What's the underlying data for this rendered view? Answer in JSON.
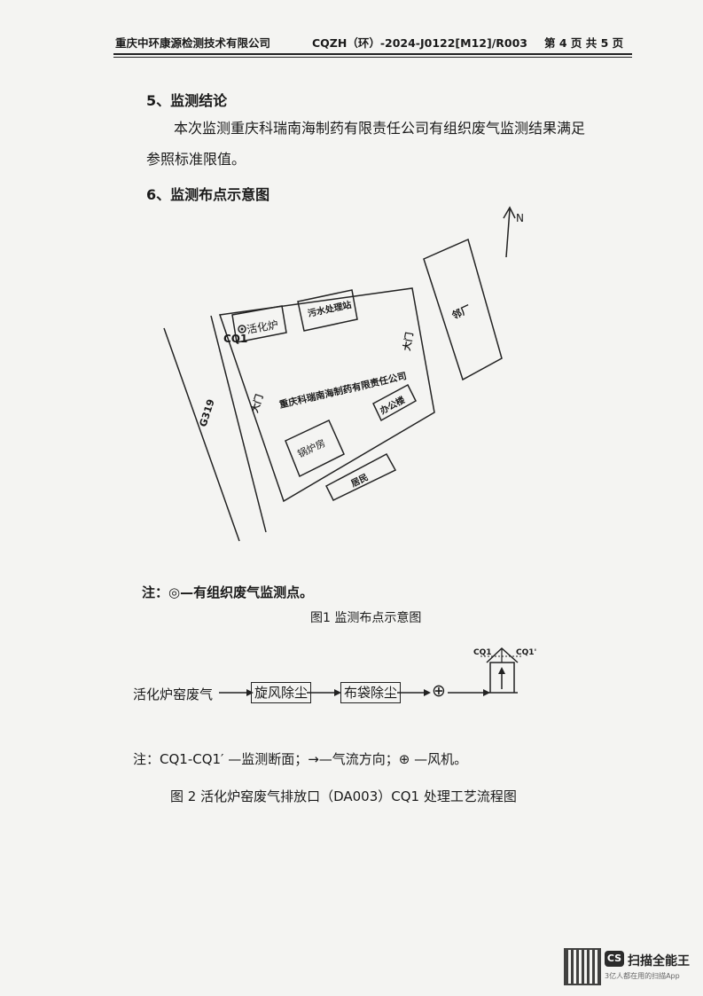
{
  "header": {
    "company": "重庆中环康源检测技术有限公司",
    "report_no": "CQZH（环）-2024-J0122[M12]/R003",
    "page": "第 4 页 共 5 页"
  },
  "section5": {
    "heading": "5、监测结论",
    "line1": "本次监测重庆科瑞南海制药有限责任公司有组织废气监测结果满足",
    "line2": "参照标准限值。"
  },
  "section6": {
    "heading": "6、监测布点示意图"
  },
  "map": {
    "north": "N",
    "road": "G319",
    "company": "重庆科瑞南海制药有限责任公司",
    "gate_left": "大门",
    "gate_right": "大门",
    "kiln": "活化炉",
    "sewage": "污水处理站",
    "office": "办公楼",
    "boiler": "锅炉房",
    "residents": "居民",
    "factory": "邻厂",
    "point": "CQ1"
  },
  "note1": "注：◎—有组织废气监测点。",
  "fig1": "图1  监测布点示意图",
  "flow": {
    "source": "活化炉窑废气",
    "step1": "旋风除尘",
    "step2": "布袋除尘",
    "fan": "⊕",
    "cq1": "CQ1",
    "cq1p": "CQ1'"
  },
  "note2": "注：CQ1-CQ1′ —监测断面；→—气流方向；⊕ —风机。",
  "fig2": "图 2  活化炉窑废气排放口（DA003）CQ1 处理工艺流程图",
  "watermark": {
    "app": "扫描全能王",
    "tag": "3亿人都在用的扫描App",
    "logo": "CS"
  }
}
